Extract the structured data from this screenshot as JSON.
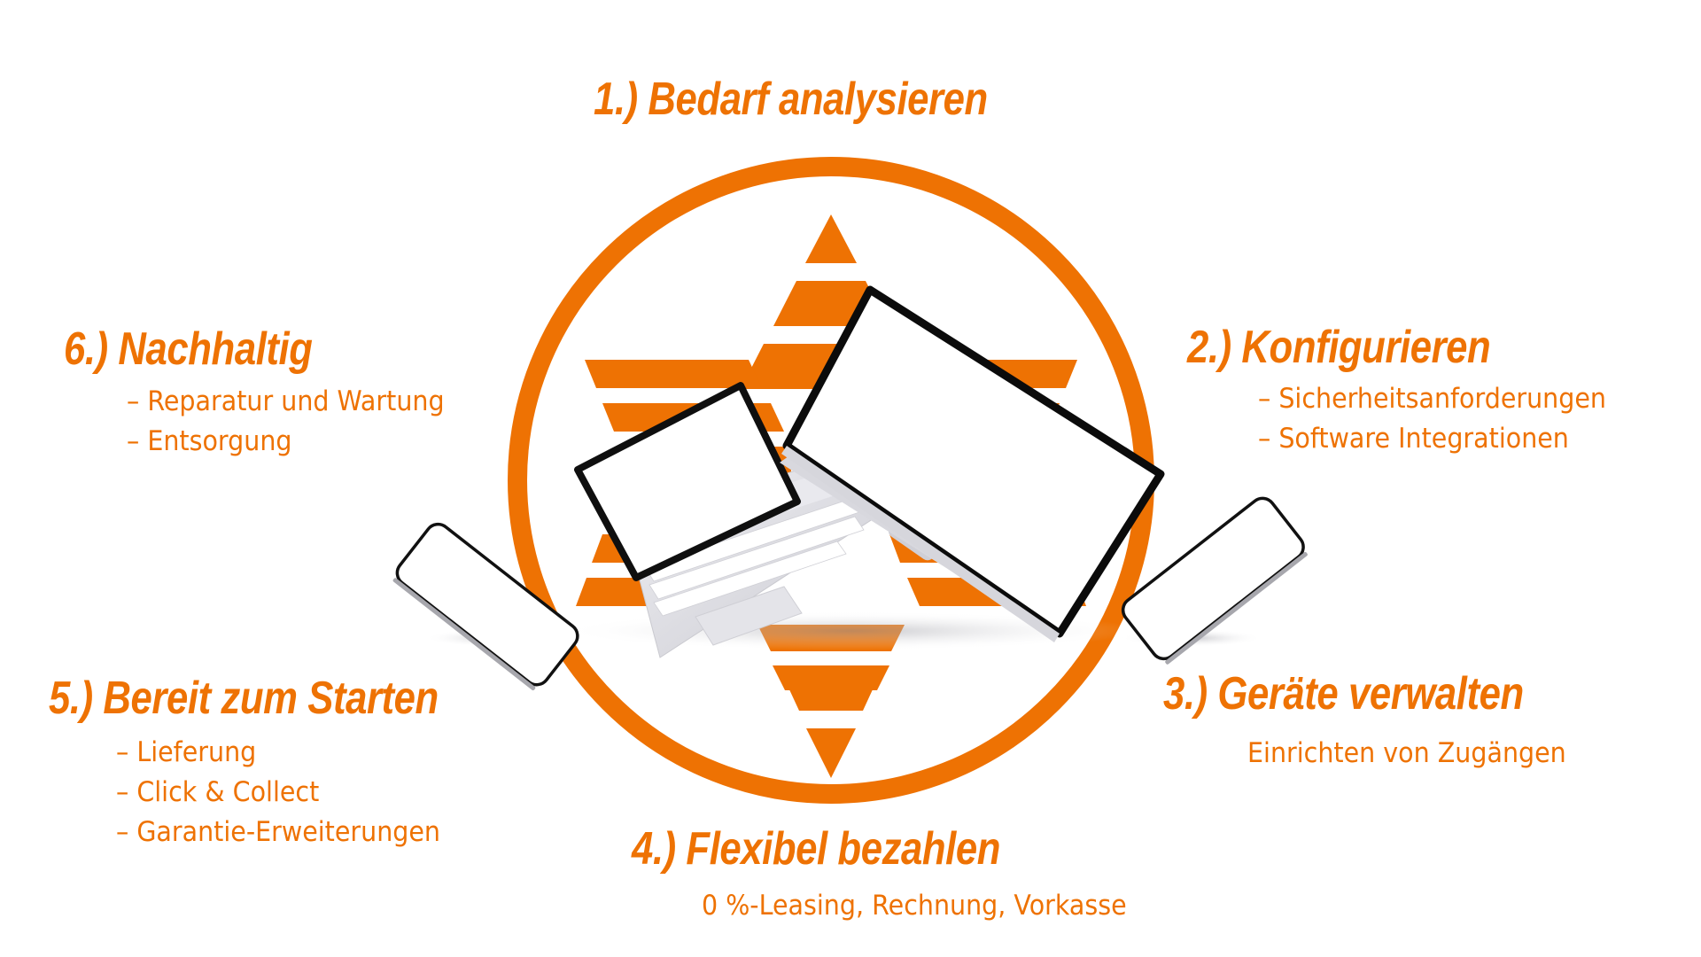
{
  "colors": {
    "accent": "#ee7203",
    "background": "#ffffff",
    "device_frame": "#111111",
    "device_body": "#e4e4e8"
  },
  "diagram": {
    "center_graphic": {
      "ring": "orange-circle-ring",
      "emblem": "striped-six-point-star",
      "devices": [
        "laptop",
        "all-in-one-monitor",
        "smartphone-left",
        "smartphone-right"
      ]
    },
    "steps": [
      {
        "number": "1.)",
        "title": "1.) Bedarf analysieren",
        "items": []
      },
      {
        "number": "2.)",
        "title": "2.) Konfigurieren",
        "items": [
          "– Sicherheitsanforderungen",
          "– Software Integrationen"
        ]
      },
      {
        "number": "3.)",
        "title": "3.) Geräte verwalten",
        "items": [
          "Einrichten von Zugängen"
        ]
      },
      {
        "number": "4.)",
        "title": "4.) Flexibel bezahlen",
        "items": [
          "0 %-Leasing, Rechnung, Vorkasse"
        ]
      },
      {
        "number": "5.)",
        "title": "5.) Bereit zum Starten",
        "items": [
          "– Lieferung",
          "– Click & Collect",
          "– Garantie-Erweiterungen"
        ]
      },
      {
        "number": "6.)",
        "title": "6.) Nachhaltig",
        "items": [
          "– Reparatur und Wartung",
          "– Entsorgung"
        ]
      }
    ]
  }
}
